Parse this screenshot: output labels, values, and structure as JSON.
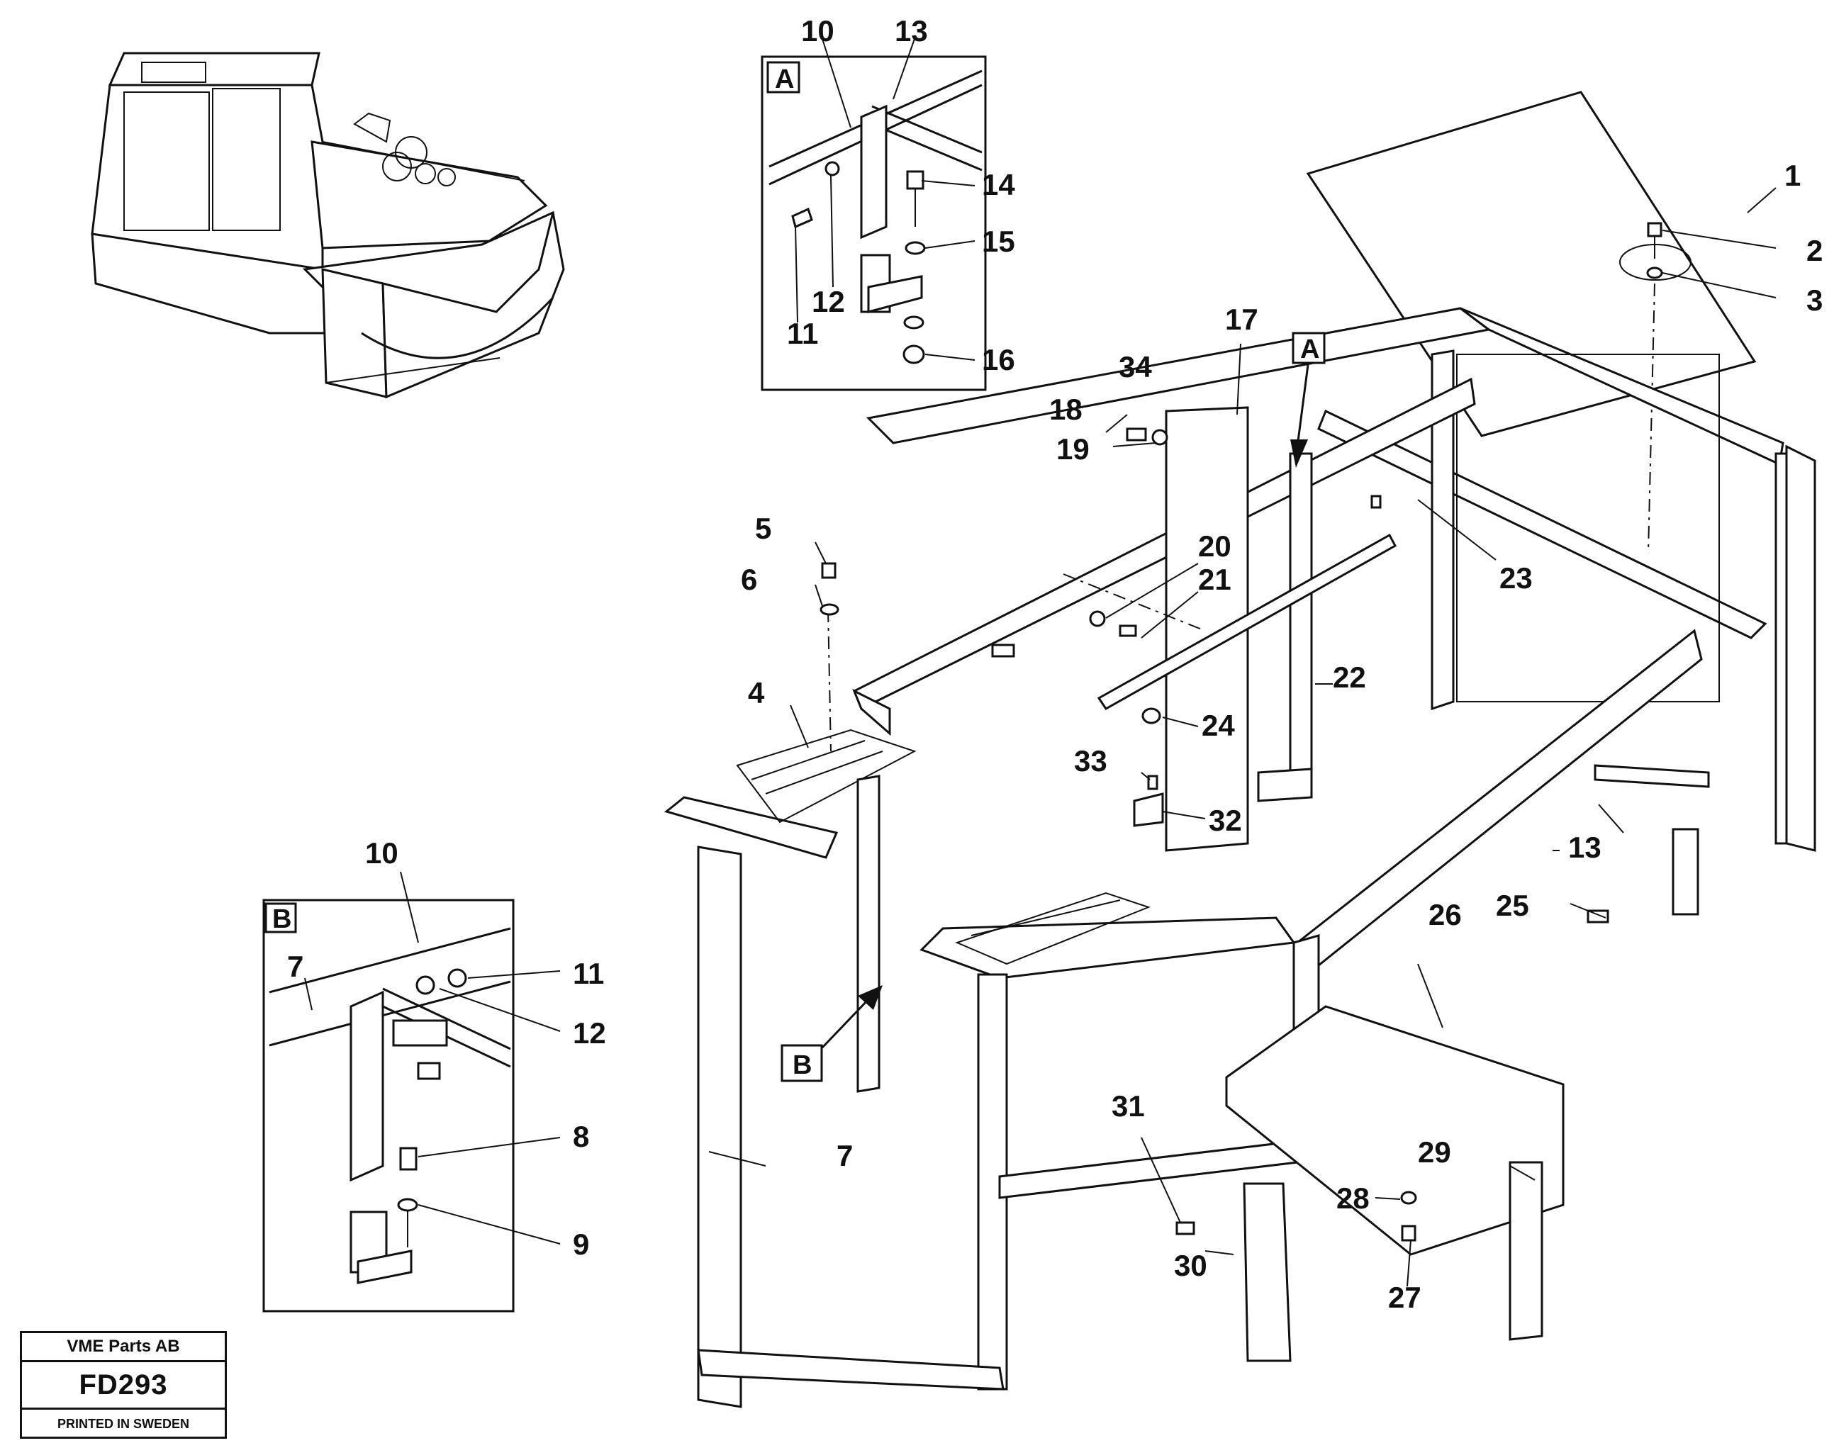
{
  "detail_a": {
    "label": "A",
    "callouts": [
      "10",
      "13",
      "14",
      "15",
      "16",
      "11",
      "12"
    ]
  },
  "detail_b": {
    "label": "B",
    "callouts": [
      "10",
      "7",
      "11",
      "12",
      "8",
      "9"
    ]
  },
  "view_markers": {
    "a": "A",
    "b": "B"
  },
  "main_callouts": {
    "c1": "1",
    "c2": "2",
    "c3": "3",
    "c4": "4",
    "c5": "5",
    "c6": "6",
    "c7": "7",
    "c13": "13",
    "c17": "17",
    "c18": "18",
    "c19": "19",
    "c20": "20",
    "c21": "21",
    "c22": "22",
    "c23": "23",
    "c24": "24",
    "c25": "25",
    "c26": "26",
    "c27": "27",
    "c28": "28",
    "c29": "29",
    "c30": "30",
    "c31": "31",
    "c32": "32",
    "c33": "33",
    "c34": "34"
  },
  "title_block": {
    "company": "VME Parts AB",
    "code": "FD293",
    "printed": "PRINTED IN SWEDEN"
  }
}
